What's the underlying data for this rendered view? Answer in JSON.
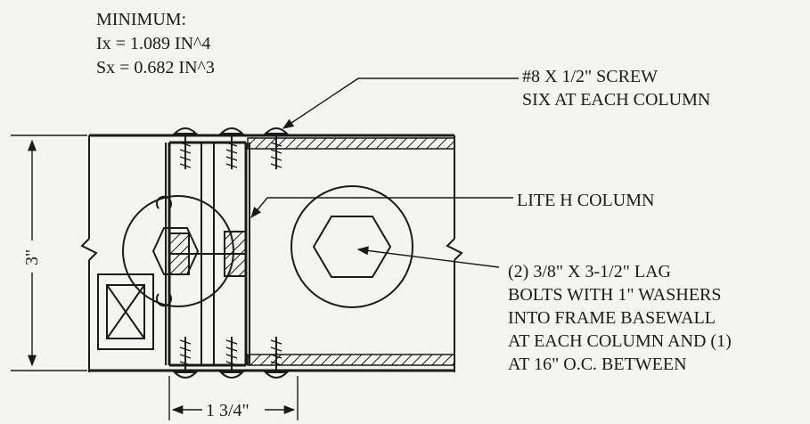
{
  "properties": {
    "heading": "MINIMUM:",
    "ix": "Ix = 1.089 IN^4",
    "sx": "Sx = 0.682 IN^3"
  },
  "callouts": {
    "screw_line1": "#8 X 1/2\" SCREW",
    "screw_line2": "SIX AT EACH COLUMN",
    "column": "LITE H COLUMN",
    "bolt_line1": "(2) 3/8\" X 3-1/2\" LAG",
    "bolt_line2": "BOLTS WITH 1\" WASHERS",
    "bolt_line3": "INTO FRAME BASEWALL",
    "bolt_line4": "AT EACH COLUMN AND (1)",
    "bolt_line5": "AT 16\" O.C. BETWEEN"
  },
  "dimensions": {
    "height": "3\"",
    "width": "1 3/4\""
  }
}
